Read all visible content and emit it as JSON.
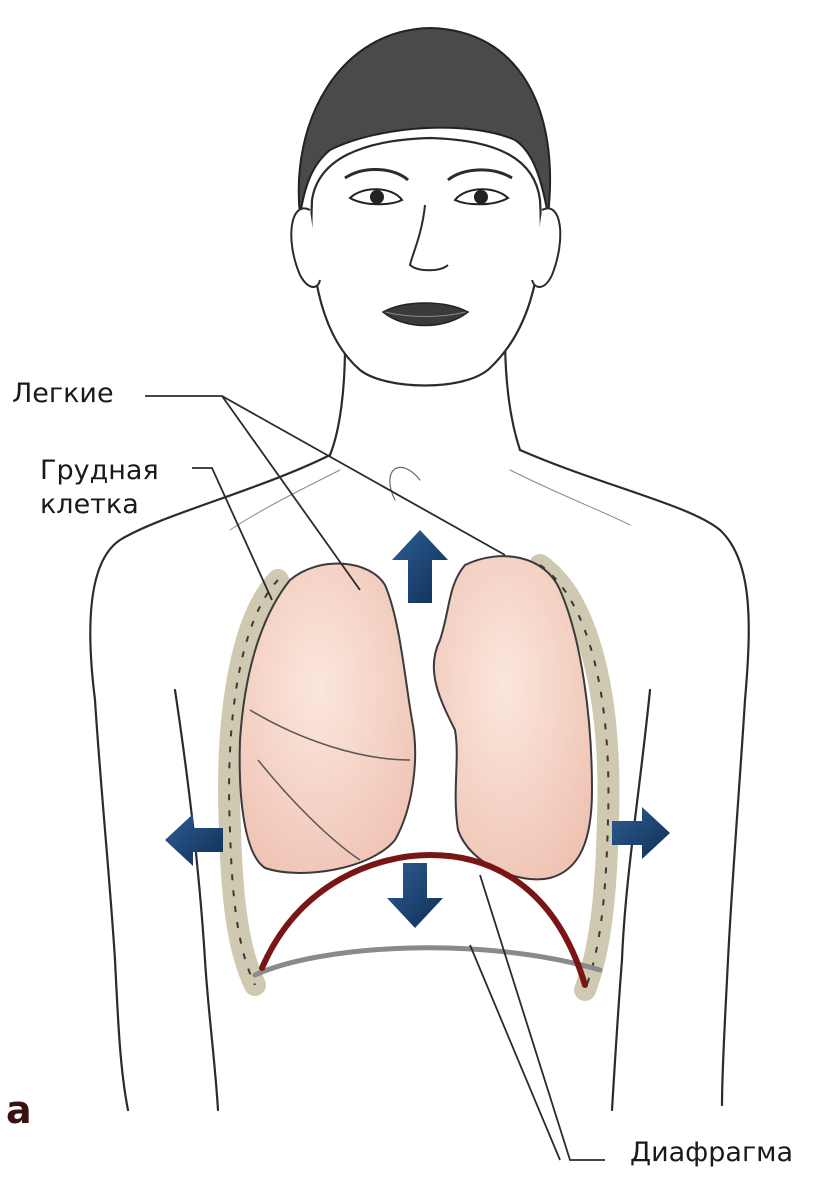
{
  "labels": {
    "lungs": "Легкие",
    "chest": "Грудная\nклетка",
    "diaphragm": "Диафрагма",
    "panel": "а"
  },
  "colors": {
    "lung_fill": "#f6d6c8",
    "diaphragm_contracted": "#7a1515",
    "diaphragm_relaxed": "#8a8a8a",
    "arrow": "#1d4775",
    "ribs": "#cfc7a4",
    "outline": "#2b2b2b"
  },
  "arrows": [
    {
      "id": "up",
      "direction": "up",
      "icon": "arrow-up-icon"
    },
    {
      "id": "left",
      "direction": "left",
      "icon": "arrow-left-icon"
    },
    {
      "id": "right",
      "direction": "right",
      "icon": "arrow-right-icon"
    },
    {
      "id": "down",
      "direction": "down",
      "icon": "arrow-down-icon"
    }
  ]
}
